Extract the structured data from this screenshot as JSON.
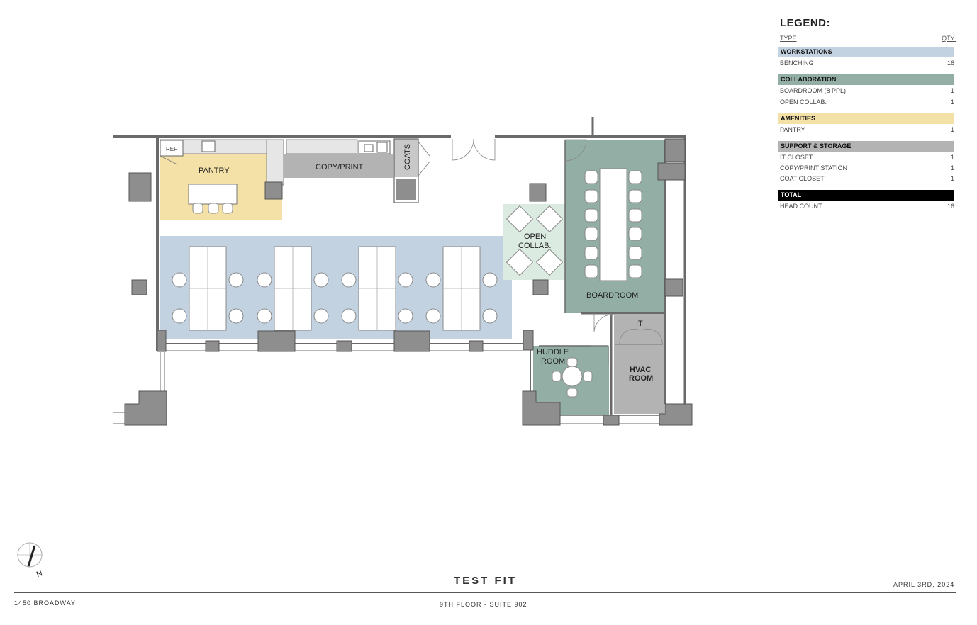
{
  "plan": {
    "rooms": {
      "pantry": "PANTRY",
      "copy_print": "COPY/PRINT",
      "coats": "COATS",
      "open_collab_1": "OPEN",
      "open_collab_2": "COLLAB.",
      "boardroom": "BOARDROOM",
      "it": "IT",
      "huddle_1": "HUDDLE",
      "huddle_2": "ROOM",
      "hvac_1": "HVAC",
      "hvac_2": "ROOM",
      "ref": "REF"
    },
    "colors": {
      "workstations": "#c3d2e0",
      "collaboration": "#93aea4",
      "amenities": "#f3e1a8",
      "support": "#b3b3b3",
      "open_collab_fill": "#dcebe2",
      "column": "#8e8e8e",
      "wall": "#6a6a6a"
    }
  },
  "legend": {
    "title": "LEGEND:",
    "type_header": "TYPE",
    "qty_header": "QTY.",
    "categories": [
      {
        "name": "WORKSTATIONS",
        "color": "#c3d2e0",
        "items": [
          {
            "label": "BENCHING",
            "qty": "16"
          }
        ]
      },
      {
        "name": "COLLABORATION",
        "color": "#93aea4",
        "items": [
          {
            "label": "BOARDROOM (8 PPL)",
            "qty": "1"
          },
          {
            "label": "OPEN COLLAB.",
            "qty": "1"
          }
        ]
      },
      {
        "name": "AMENITIES",
        "color": "#f3e1a8",
        "items": [
          {
            "label": "PANTRY",
            "qty": "1"
          }
        ]
      },
      {
        "name": "SUPPORT & STORAGE",
        "color": "#b3b3b3",
        "items": [
          {
            "label": "IT CLOSET",
            "qty": "1"
          },
          {
            "label": "COPY/PRINT STATION",
            "qty": "1"
          },
          {
            "label": "COAT CLOSET",
            "qty": "1"
          }
        ]
      },
      {
        "name": "TOTAL",
        "color": "#000000",
        "items": [
          {
            "label": "HEAD COUNT",
            "qty": "16"
          }
        ]
      }
    ]
  },
  "footer": {
    "title": "TEST FIT",
    "subtitle": "9TH FLOOR - SUITE 902",
    "address": "1450 BROADWAY",
    "date": "APRIL 3RD, 2024",
    "north": "N"
  }
}
